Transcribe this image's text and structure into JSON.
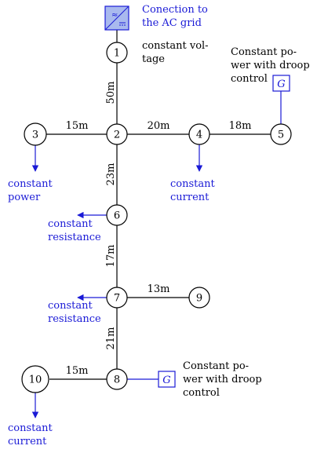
{
  "grid": {
    "label_line1": "Conection to",
    "label_line2": "the AC grid",
    "symbol": "≈/="
  },
  "nodes": [
    {
      "id": "1",
      "label": "1"
    },
    {
      "id": "2",
      "label": "2"
    },
    {
      "id": "3",
      "label": "3"
    },
    {
      "id": "4",
      "label": "4"
    },
    {
      "id": "5",
      "label": "5"
    },
    {
      "id": "6",
      "label": "6"
    },
    {
      "id": "7",
      "label": "7"
    },
    {
      "id": "8",
      "label": "8"
    },
    {
      "id": "9",
      "label": "9"
    },
    {
      "id": "10",
      "label": "10"
    }
  ],
  "edges": [
    {
      "from": "1",
      "to": "2",
      "length": "50m"
    },
    {
      "from": "3",
      "to": "2",
      "length": "15m"
    },
    {
      "from": "2",
      "to": "4",
      "length": "20m"
    },
    {
      "from": "4",
      "to": "5",
      "length": "18m"
    },
    {
      "from": "2",
      "to": "6",
      "length": "23m"
    },
    {
      "from": "6",
      "to": "7",
      "length": "17m"
    },
    {
      "from": "7",
      "to": "9",
      "length": "13m"
    },
    {
      "from": "7",
      "to": "8",
      "length": "21m"
    },
    {
      "from": "10",
      "to": "8",
      "length": "15m"
    }
  ],
  "annotations": {
    "node1": {
      "line1": "constant vol-",
      "line2": "tage"
    },
    "node3": {
      "line1": "constant",
      "line2": "power"
    },
    "node4": {
      "line1": "constant",
      "line2": "current"
    },
    "node5": {
      "line1": "Constant po-",
      "line2": "wer with droop",
      "line3": "control",
      "gen": "G"
    },
    "node6": {
      "line1": "constant",
      "line2": "resistance"
    },
    "node7": {
      "line1": "constant",
      "line2": "resistance"
    },
    "node8": {
      "line1": "Constant po-",
      "line2": "wer with droop",
      "line3": "control",
      "gen": "G"
    },
    "node10": {
      "line1": "constant",
      "line2": "current"
    }
  },
  "colors": {
    "accent": "#1a1ad6",
    "line": "#000000"
  }
}
